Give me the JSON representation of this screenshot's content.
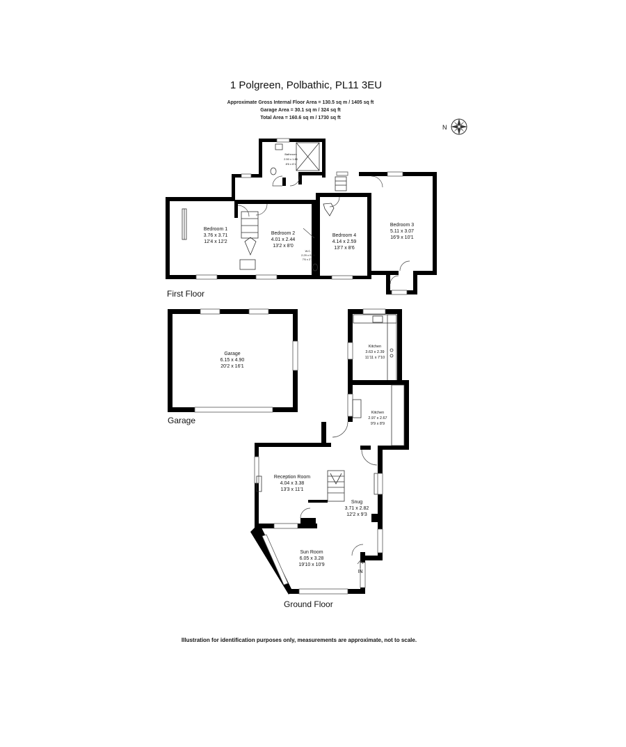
{
  "header": {
    "title": "1 Polgreen, Polbathic, PL11 3EU",
    "areas": [
      "Approximate Gross Internal Floor Area  = 130.5 sq m  / 1405 sq ft",
      "Garage Area = 30.1 sq m  / 324 sq ft",
      "Total Area = 160.6 sq m  / 1730 sq ft"
    ]
  },
  "compass": {
    "label": "N"
  },
  "floors": {
    "first": "First Floor",
    "garage": "Garage",
    "ground": "Ground Floor"
  },
  "rooms": {
    "bathroom": {
      "name": "Bathroom",
      "metric": "2.50 x 1.85",
      "imperial": "8'6 x 6'1"
    },
    "bedroom1": {
      "name": "Bedroom 1",
      "metric": "3.76 x 3.71",
      "imperial": "12'4 x 12'2"
    },
    "bedroom2": {
      "name": "Bedroom 2",
      "metric": "4.01 x 2.44",
      "imperial": "13'2 x 8'0"
    },
    "wc": {
      "name": "W.C.",
      "metric": "2.29 x 0.86",
      "imperial": "7'6 x 2'10"
    },
    "bedroom4": {
      "name": "Bedroom 4",
      "metric": "4.14 x 2.59",
      "imperial": "13'7 x 8'6"
    },
    "bedroom3": {
      "name": "Bedroom 3",
      "metric": "5.11 x 3.07",
      "imperial": "16'9 x 10'1"
    },
    "garage": {
      "name": "Garage",
      "metric": "6.15 x 4.90",
      "imperial": "20'2 x 16'1"
    },
    "kitchen_upper": {
      "name": "Kitchen",
      "metric": "3.63 x 2.39",
      "imperial": "11'11 x 7'10"
    },
    "kitchen_lower": {
      "name": "Kitchen",
      "metric": "2.97 x 2.67",
      "imperial": "9'9 x 8'9"
    },
    "reception": {
      "name": "Reception Room",
      "metric": "4.04 x 3.38",
      "imperial": "13'3 x 11'1"
    },
    "snug": {
      "name": "Snug",
      "metric": "3.71 x 2.82",
      "imperial": "12'2 x 9'3"
    },
    "sunroom": {
      "name": "Sun Room",
      "metric": "6.05 x 3.28",
      "imperial": "19'10 x 10'9"
    }
  },
  "entrance": {
    "label": "IN"
  },
  "disclaimer": "Illustration for identification purposes only, measurements are approximate, not to scale."
}
